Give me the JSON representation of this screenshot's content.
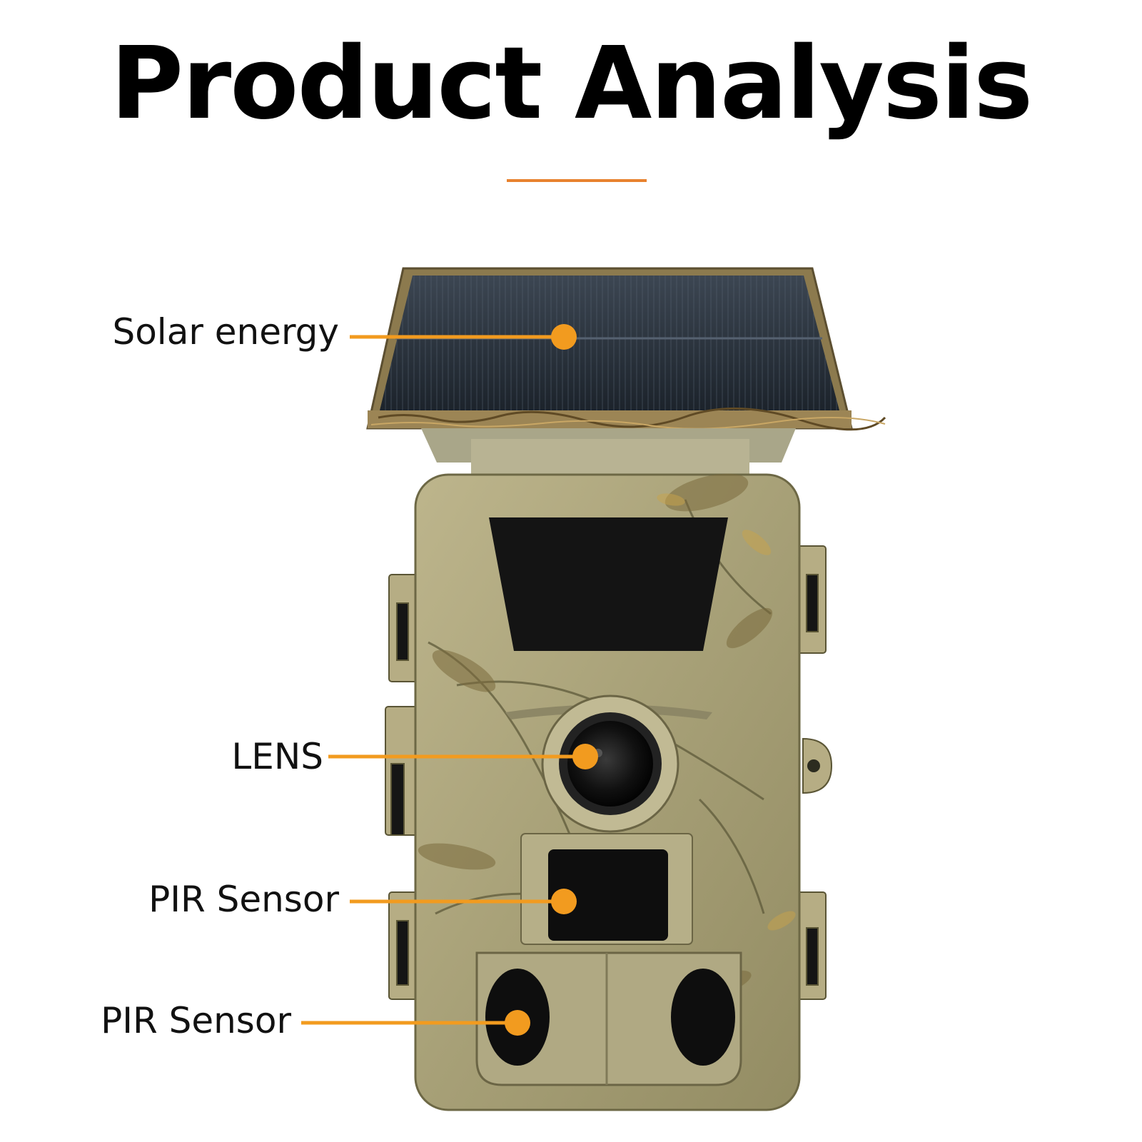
{
  "header": {
    "title": "Product Analysis"
  },
  "accent_color": "#f29b1f",
  "rule_color": "#e8822f",
  "callouts": [
    {
      "id": "solar",
      "label": "Solar energy"
    },
    {
      "id": "lens",
      "label": "LENS"
    },
    {
      "id": "pir-top",
      "label": "PIR Sensor"
    },
    {
      "id": "pir-bottom",
      "label": "PIR Sensor"
    }
  ]
}
